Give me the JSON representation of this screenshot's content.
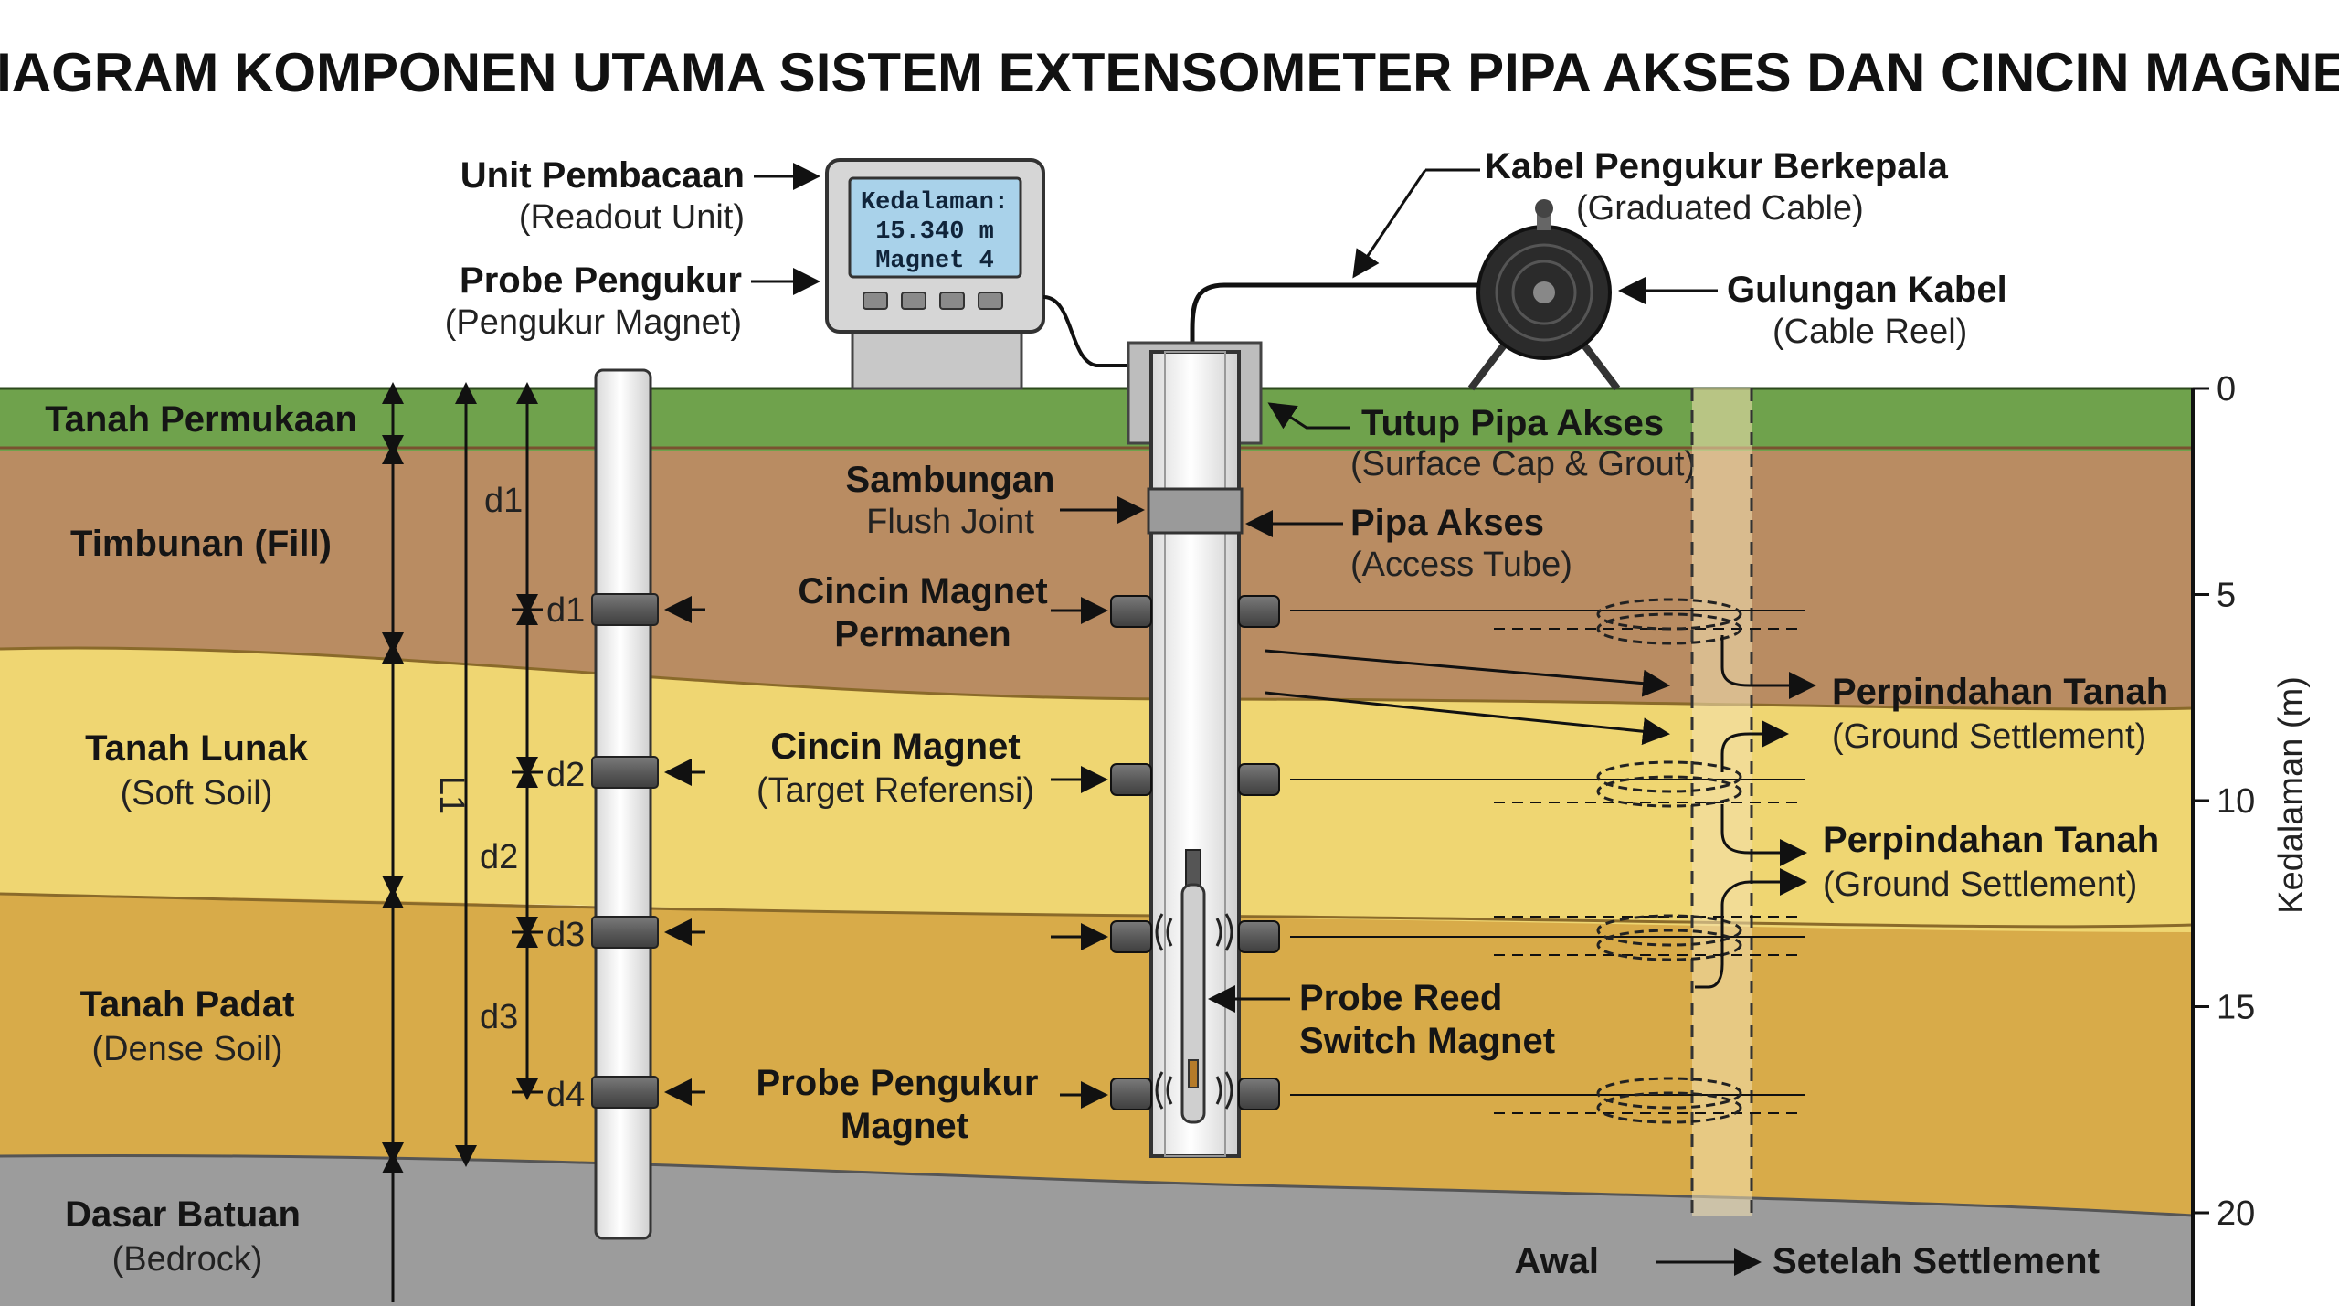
{
  "title": "DIAGRAM KOMPONEN UTAMA SISTEM EXTENSOMETER PIPA AKSES DAN CINCIN MAGNET",
  "readout": {
    "label": "Unit Pembacaan",
    "sublabel": "(Readout Unit)",
    "screen_line1": "Kedalaman:",
    "screen_line2": "15.340 m",
    "screen_line3": "Magnet 4"
  },
  "probe_top": {
    "label": "Probe Pengukur",
    "sublabel": "(Pengukur Magnet)"
  },
  "cable": {
    "label": "Kabel Pengukur Berkepala",
    "sublabel": "(Graduated Cable)"
  },
  "reel": {
    "label": "Gulungan Kabel",
    "sublabel": "(Cable Reel)"
  },
  "cap": {
    "label": "Tutup Pipa Akses",
    "sublabel": "(Surface Cap & Grout)"
  },
  "joint": {
    "label": "Sambungan",
    "sublabel": "Flush Joint"
  },
  "tube": {
    "label": "Pipa Akses",
    "sublabel": "(Access Tube)"
  },
  "magnet_permanent": {
    "line1": "Cincin Magnet",
    "line2": "Permanen"
  },
  "magnet_reference": {
    "label": "Cincin Magnet",
    "sublabel": "(Target Referensi)"
  },
  "reed_probe": {
    "line1": "Probe Reed",
    "line2": "Switch Magnet"
  },
  "probe_bottom": {
    "line1": "Probe Pengukur",
    "line2": "Magnet"
  },
  "settlement_1": {
    "label": "Perpindahan Tanah",
    "sublabel": "(Ground Settlement)"
  },
  "settlement_2": {
    "label": "Perpindahan Tanah",
    "sublabel": "(Ground Settlement)"
  },
  "legend": {
    "start": "Awal",
    "end": "Setelah Settlement"
  },
  "layers": [
    {
      "label": "Tanah Permukaan",
      "sublabel": "",
      "color": "#6fa24c"
    },
    {
      "label": "Timbunan (Fill)",
      "sublabel": "",
      "color": "#b98c62"
    },
    {
      "label": "Tanah Lunak",
      "sublabel": "(Soft Soil)",
      "color": "#efd672"
    },
    {
      "label": "Tanah Padat",
      "sublabel": "(Dense Soil)",
      "color": "#d8ab49"
    },
    {
      "label": "Dasar Batuan",
      "sublabel": "(Bedrock)",
      "color": "#9c9c9c"
    }
  ],
  "measurements": {
    "d1_upper": "d1",
    "d1": "d1",
    "d2": "d2",
    "d3": "d3",
    "d4": "d4",
    "d2_span": "d2",
    "d3_span": "d3",
    "total": "L1"
  },
  "depth_axis": {
    "label": "Kedalaman (m)",
    "ticks": [
      "0",
      "5",
      "10",
      "15",
      "20"
    ],
    "range": [
      0,
      22
    ]
  }
}
